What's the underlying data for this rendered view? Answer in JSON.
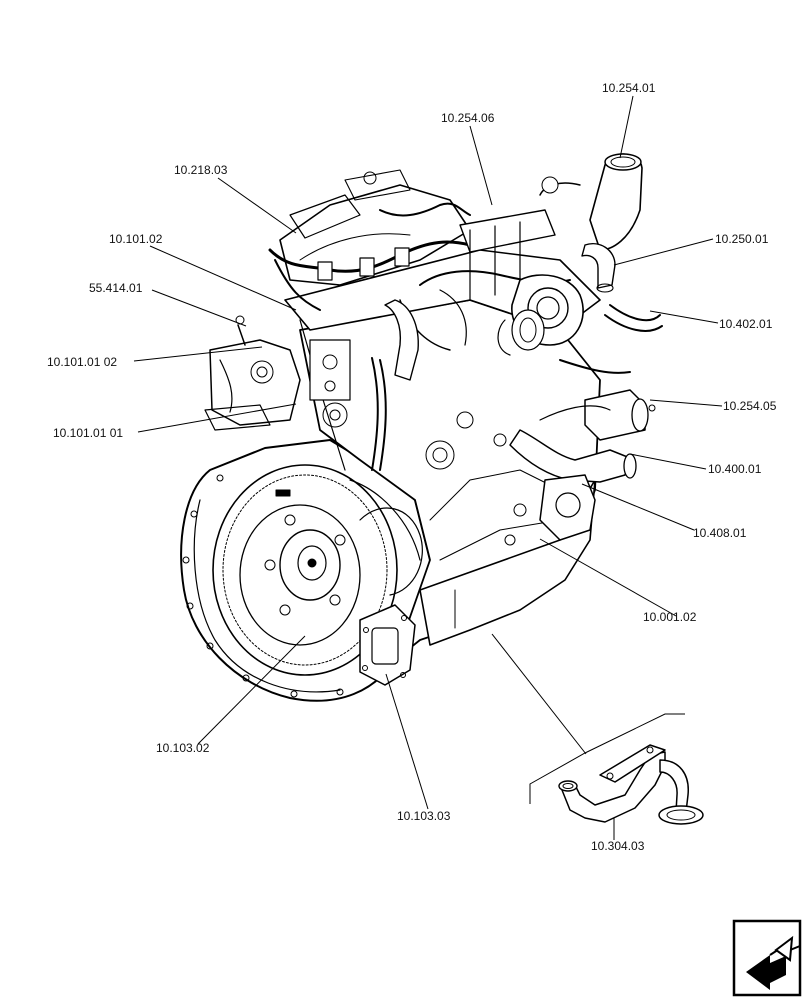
{
  "diagram": {
    "part_labels": {
      "l_254_01": "10.254.01",
      "l_254_06": "10.254.06",
      "l_218_03": "10.218.03",
      "l_101_02": "10.101.02",
      "l_250_01": "10.250.01",
      "l_55414_01": "55.414.01",
      "l_402_01": "10.402.01",
      "l_101_01_02": "10.101.01 02",
      "l_254_05": "10.254.05",
      "l_101_01_01": "10.101.01 01",
      "l_400_01": "10.400.01",
      "l_408_01": "10.408.01",
      "l_001_02": "10.001.02",
      "l_103_02": "10.103.02",
      "l_103_03": "10.103.03",
      "l_304_03": "10.304.03"
    },
    "nav_icon": "next-page-arrow-icon"
  }
}
